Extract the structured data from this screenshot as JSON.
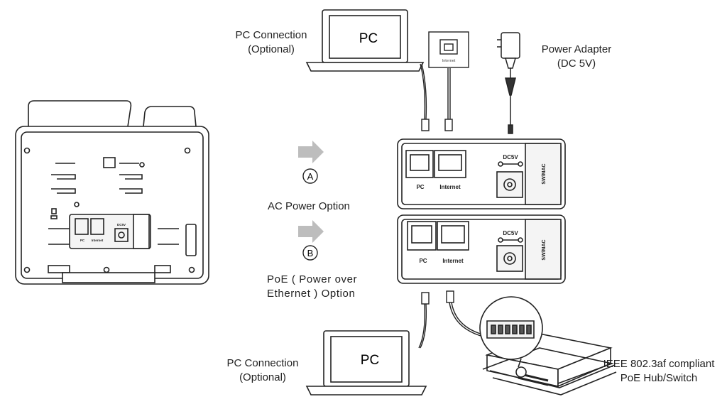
{
  "labels": {
    "pc_connection_top": [
      "PC Connection",
      "(Optional)"
    ],
    "power_adapter": [
      "Power Adapter",
      "(DC 5V)"
    ],
    "ac_power_option": "AC Power Option",
    "poe_option": [
      "PoE ( Power over",
      "Ethernet ) Option"
    ],
    "pc_connection_bottom": [
      "PC Connection",
      "(Optional)"
    ],
    "poe_switch": [
      "IEEE 802.3af compliant",
      "PoE Hub/Switch"
    ]
  },
  "laptop_label": "PC",
  "wall_jack_label": "Internet",
  "markers": {
    "a": "A",
    "b": "B"
  },
  "port_panel": {
    "pc_port": "PC",
    "internet_port": "Internet",
    "dc_label": "DC5V",
    "side_label": "SW/MAC"
  },
  "phone_panel": {
    "pc_port": "PC",
    "internet_port": "Internet",
    "dc_label": "DC5V"
  },
  "colors": {
    "line": "#222222",
    "arrow": "#bdbdbd",
    "panel_bg": "#f2f2f2"
  }
}
